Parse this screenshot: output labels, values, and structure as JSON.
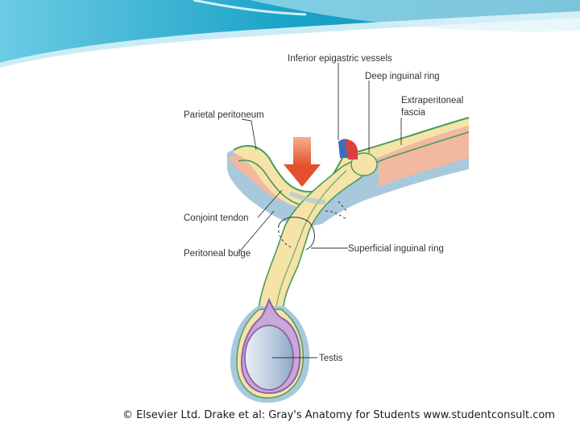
{
  "labels": {
    "inferior_epigastric_vessels": "Inferior epigastric vessels",
    "deep_inguinal_ring": "Deep inguinal ring",
    "extraperitoneal_fascia_line1": "Extraperitoneal",
    "extraperitoneal_fascia_line2": "fascia",
    "parietal_peritoneum": "Parietal peritoneum",
    "conjoint_tendon": "Conjoint tendon",
    "peritoneal_bulge": "Peritoneal bulge",
    "superficial_inguinal_ring": "Superficial inguinal ring",
    "testis": "Testis"
  },
  "credit": "© Elsevier Ltd. Drake et al: Gray's Anatomy for Students www.studentconsult.com",
  "colors": {
    "banner_dark": "#1aa3c8",
    "banner_light": "#8fd6ea",
    "layer_tan": "#f5e3a8",
    "layer_green": "#4a9a5a",
    "layer_blue": "#a8c8dc",
    "layer_pink": "#f2b8a0",
    "arrow": "#e8603c",
    "testis": "#c8d8e8",
    "tunica": "#9060a8"
  }
}
